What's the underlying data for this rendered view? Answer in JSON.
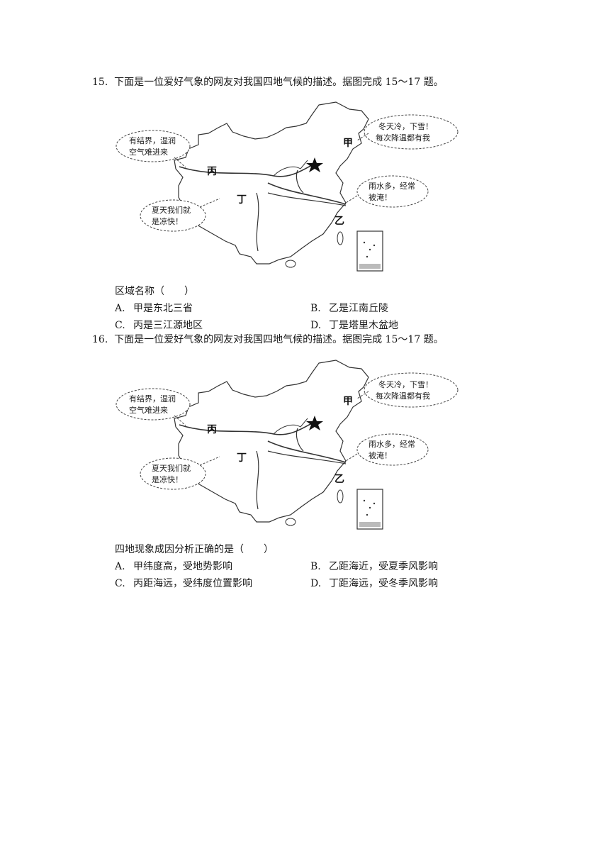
{
  "questions": [
    {
      "number": "15.",
      "stem": "下面是一位爱好气象的网友对我国四地气候的描述。据图完成 15～17 题。",
      "map": {
        "bubbles": {
          "jia": [
            "冬天冷，下雪！",
            "每次降温都有我"
          ],
          "bing": [
            "有结界，湿润",
            "空气难进来"
          ],
          "ding": [
            "夏天我们就",
            "是凉快！"
          ],
          "yi": [
            "雨水多，经常",
            "被淹！"
          ]
        },
        "labels": {
          "jia": "甲",
          "yi": "乙",
          "bing": "丙",
          "ding": "丁"
        }
      },
      "prompt": "区域名称（　　）",
      "options": [
        {
          "letter": "A.",
          "text": "甲是东北三省"
        },
        {
          "letter": "B.",
          "text": "乙是江南丘陵"
        },
        {
          "letter": "C.",
          "text": "丙是三江源地区"
        },
        {
          "letter": "D.",
          "text": "丁是塔里木盆地"
        }
      ]
    },
    {
      "number": "16.",
      "stem": "下面是一位爱好气象的网友对我国四地气候的描述。据图完成 15～17 题。",
      "map": {
        "bubbles": {
          "jia": [
            "冬天冷，下雪！",
            "每次降温都有我"
          ],
          "bing": [
            "有结界，湿润",
            "空气难进来"
          ],
          "ding": [
            "夏天我们就",
            "是凉快！"
          ],
          "yi": [
            "雨水多，经常",
            "被淹！"
          ]
        },
        "labels": {
          "jia": "甲",
          "yi": "乙",
          "bing": "丙",
          "ding": "丁"
        }
      },
      "prompt": "四地现象成因分析正确的是（　　）",
      "options": [
        {
          "letter": "A.",
          "text": "甲纬度高，受地势影响"
        },
        {
          "letter": "B.",
          "text": "乙距海近，受夏季风影响"
        },
        {
          "letter": "C.",
          "text": "丙距海远，受纬度位置影响"
        },
        {
          "letter": "D.",
          "text": "丁距海远，受冬季风影响"
        }
      ]
    }
  ]
}
